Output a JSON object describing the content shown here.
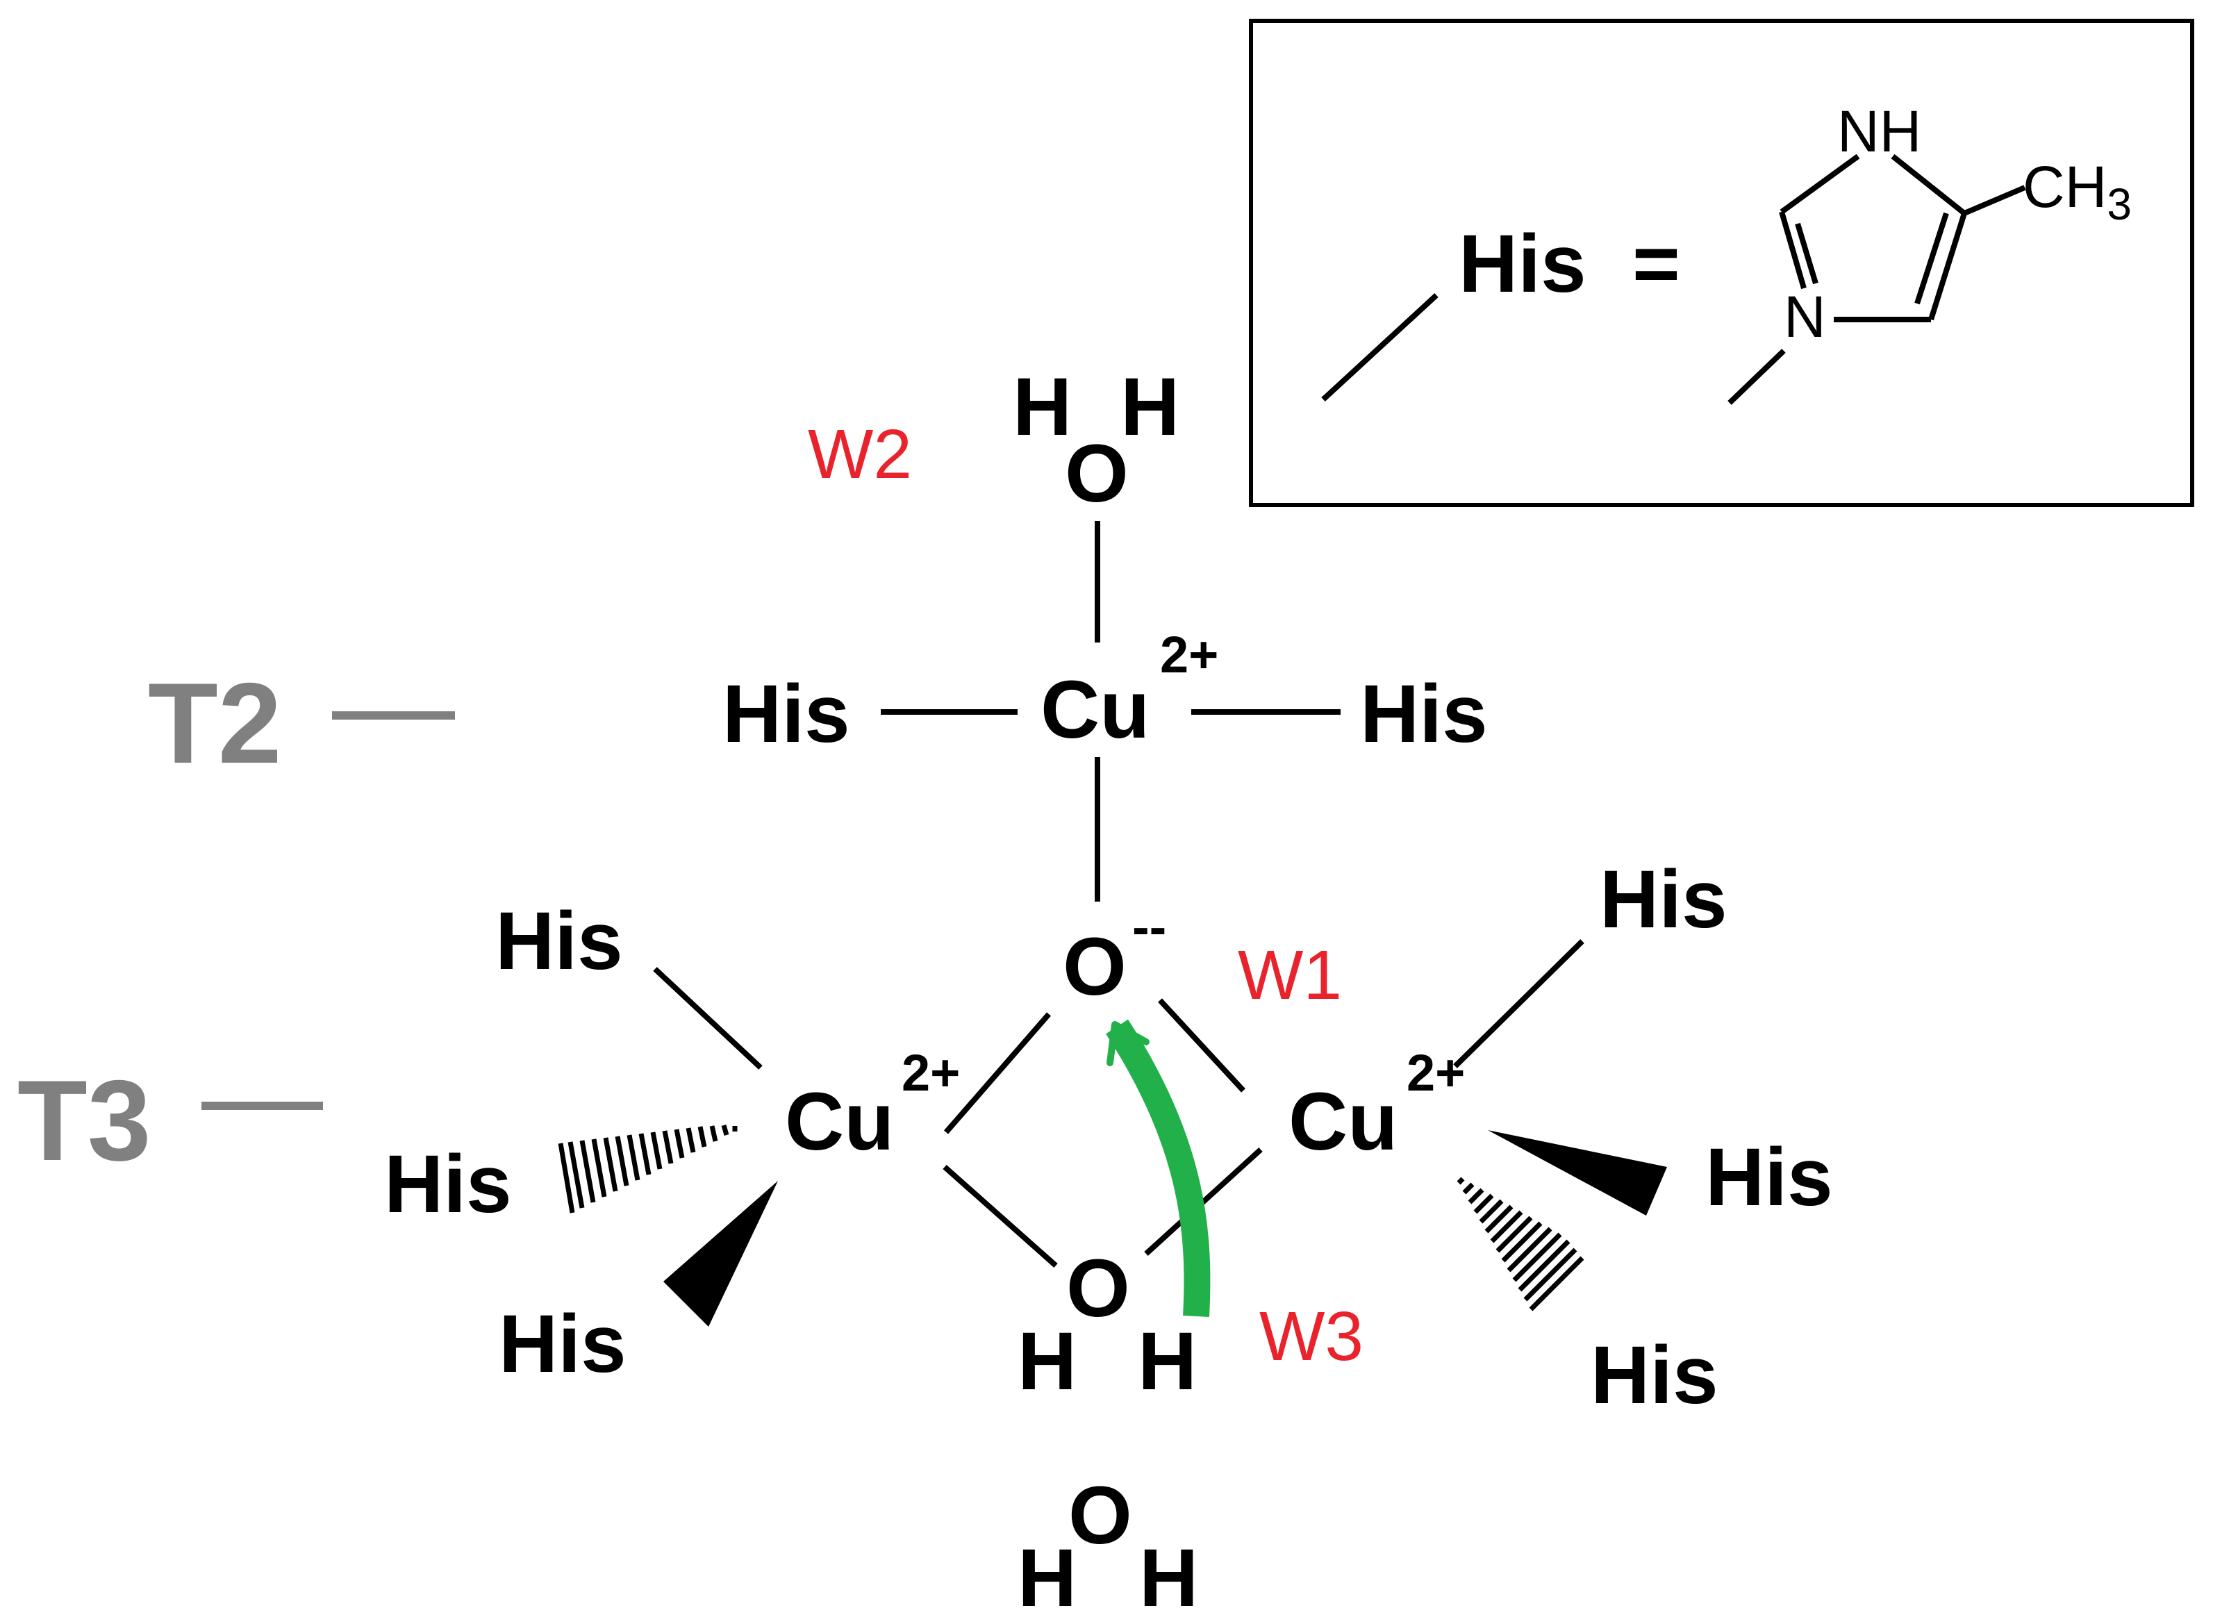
{
  "labels": {
    "his": "His",
    "cu": "Cu",
    "charge": "2+",
    "o": "O",
    "h": "H",
    "oxide_charge": "--",
    "t2": "T2",
    "t3": "T3",
    "w1": "W1",
    "w2": "W2",
    "w3": "W3"
  },
  "legend": {
    "his": "His",
    "equals": "=",
    "nh": "NH",
    "n": "N",
    "ch": "CH",
    "sub3": "3"
  },
  "colors": {
    "water_label": "#e8232b",
    "site_label": "#808080",
    "arrow": "#22b04b"
  }
}
